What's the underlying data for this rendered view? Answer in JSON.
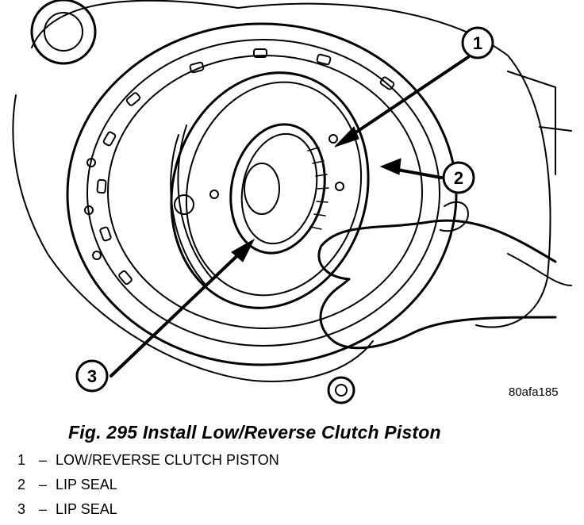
{
  "figure": {
    "callouts": [
      {
        "number": "1"
      },
      {
        "number": "2"
      },
      {
        "number": "3"
      }
    ],
    "ref_id": "80afa185"
  },
  "caption": "Fig. 295 Install Low/Reverse Clutch Piston",
  "legend": [
    {
      "number": "1",
      "separator": "–",
      "text": "LOW/REVERSE CLUTCH PISTON"
    },
    {
      "number": "2",
      "separator": "–",
      "text": "LIP SEAL"
    },
    {
      "number": "3",
      "separator": "–",
      "text": "LIP SEAL"
    }
  ]
}
